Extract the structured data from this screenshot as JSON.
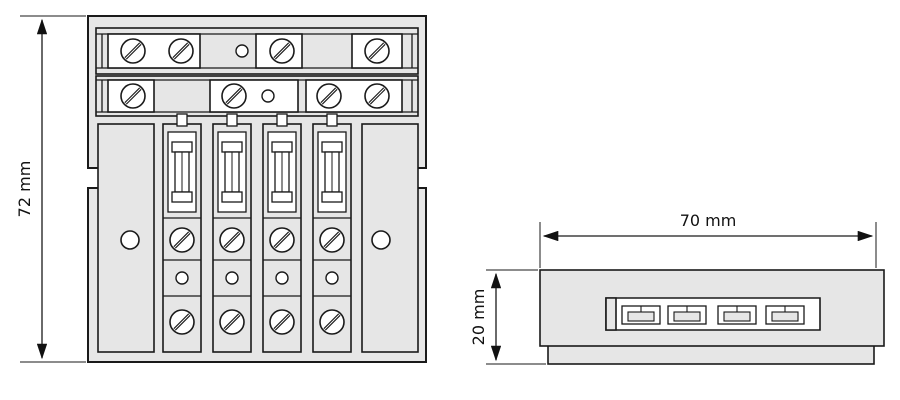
{
  "drawing": {
    "height_label": "72 mm",
    "width_label": "70 mm",
    "depth_label": "20 mm"
  }
}
